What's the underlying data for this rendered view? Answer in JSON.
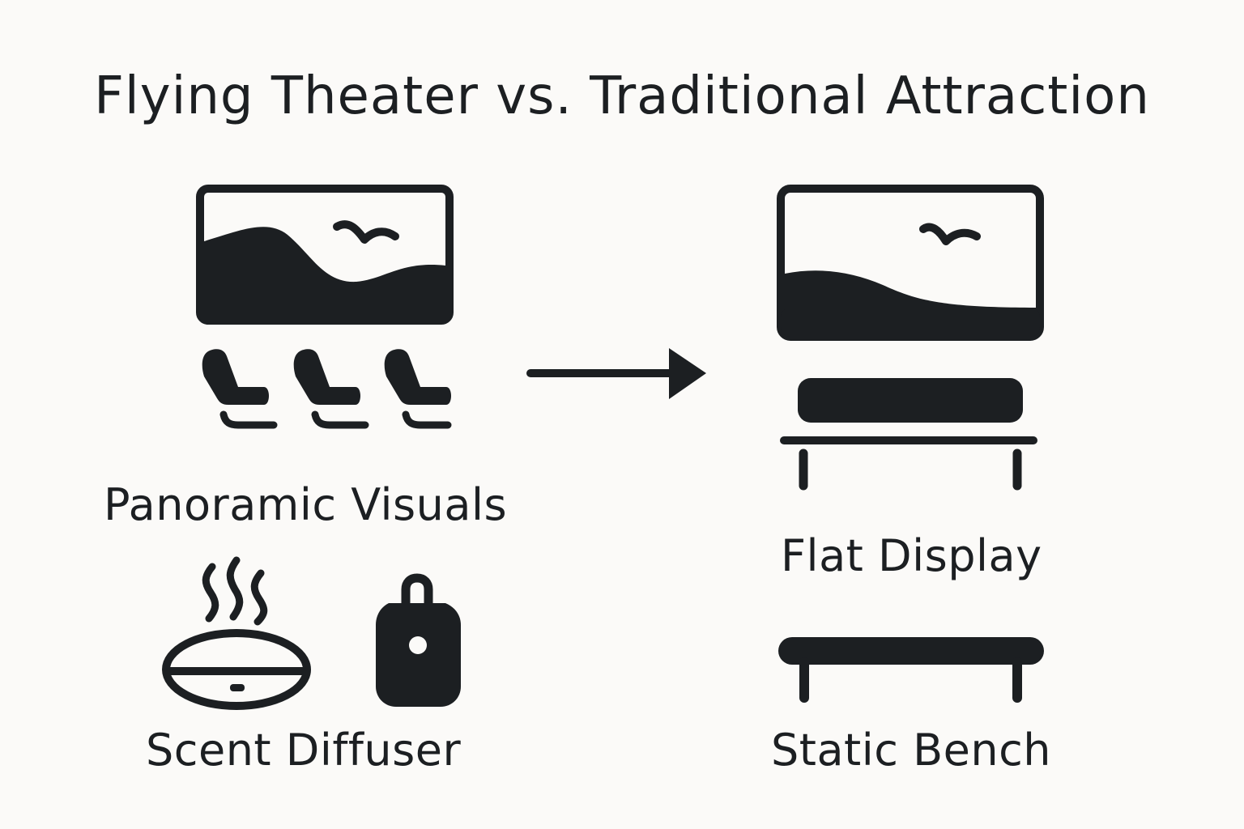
{
  "title": "Flying Theater vs. Traditional Attraction",
  "left": {
    "screen_label": "Panoramic Visuals",
    "scent_label": "Scent Diffuser",
    "icons": [
      "panoramic-screen-icon",
      "motion-seat-icon",
      "scent-diffuser-icon",
      "diffuser-bottle-icon"
    ]
  },
  "right": {
    "screen_label": "Flat Display",
    "bench_label": "Static Bench",
    "icons": [
      "flat-display-icon",
      "padded-bench-icon",
      "static-bench-icon"
    ]
  },
  "connector": "arrow-right-icon",
  "colors": {
    "background": "#fbfaf8",
    "ink": "#1c1f22"
  }
}
